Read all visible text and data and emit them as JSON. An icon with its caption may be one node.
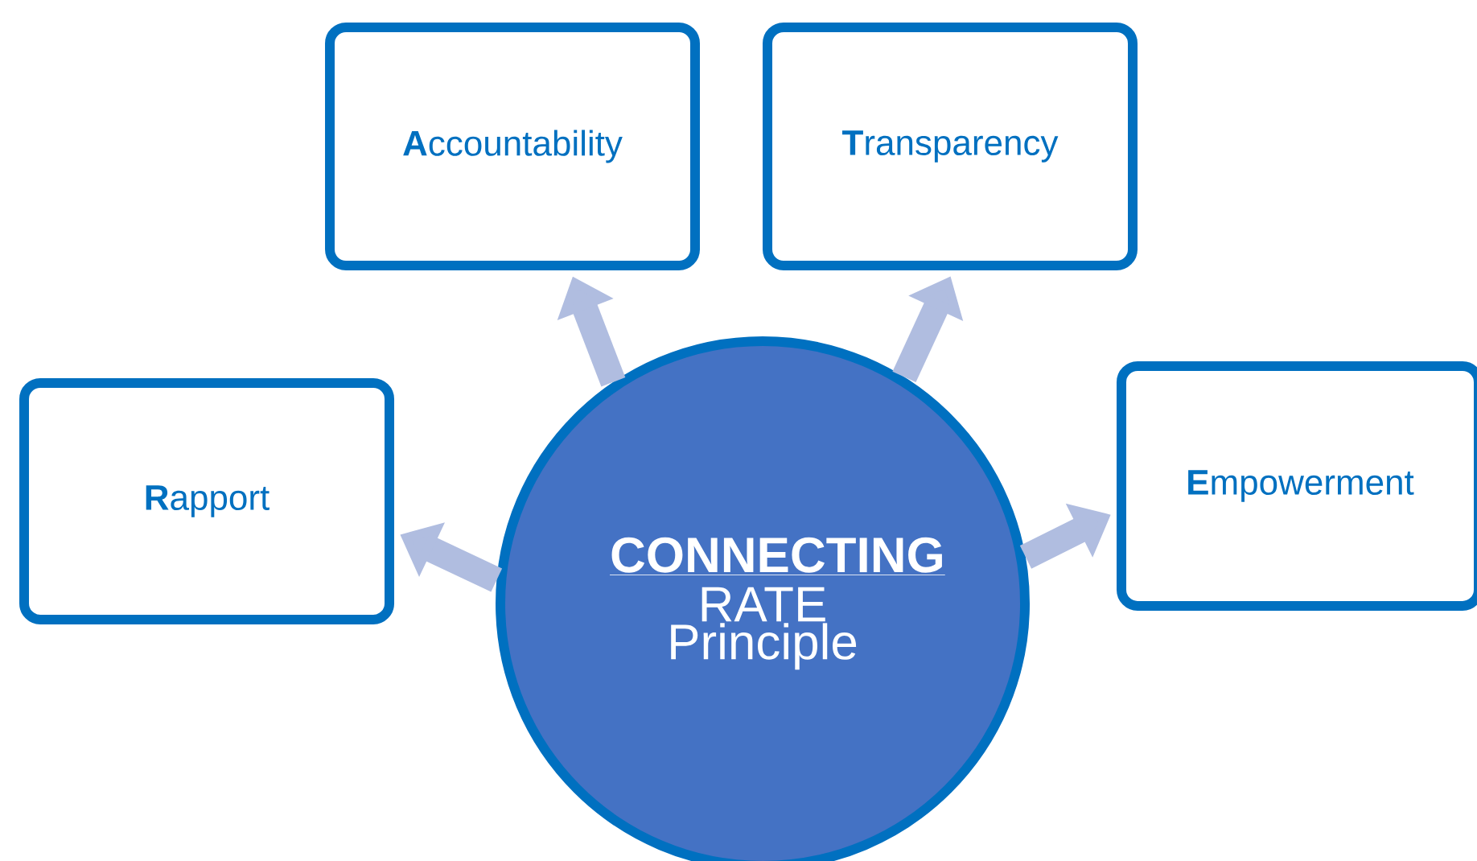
{
  "diagram": {
    "nodes": [
      {
        "text": [
          "**A**ccountability"
        ]
      },
      {
        "text": [
          "**T**ransparency"
        ]
      },
      {
        "text": [
          "**R**apport"
        ]
      },
      {
        "text": [
          "CONNECTING",
          "RATE Principle"
        ]
      },
      {
        "text": [
          "**E**mpowerment"
        ]
      }
    ],
    "edges": [
      {
        "from": 3,
        "to": 0,
        "arrow": "to"
      },
      {
        "from": 3,
        "to": 1,
        "arrow": "to"
      },
      {
        "from": 3,
        "to": 2,
        "arrow": "to"
      },
      {
        "from": 3,
        "to": 4,
        "arrow": "to"
      }
    ]
  }
}
